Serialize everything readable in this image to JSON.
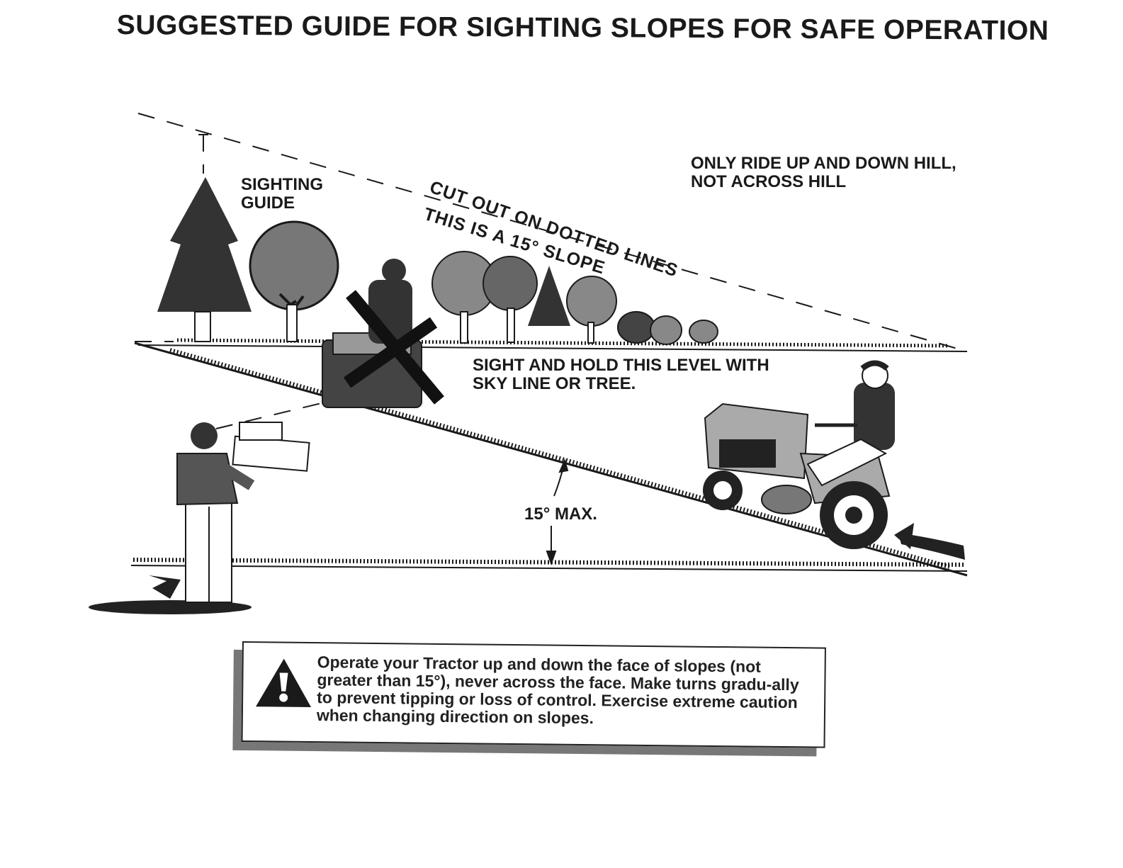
{
  "title": "SUGGESTED GUIDE FOR SIGHTING SLOPES FOR SAFE OPERATION",
  "labels": {
    "sighting_guide_line1": "SIGHTING",
    "sighting_guide_line2": "GUIDE",
    "cut_out": "CUT OUT ON DOTTED LINES",
    "is_slope": "THIS IS A 15° SLOPE",
    "only_ride_line1": "ONLY RIDE UP AND DOWN HILL,",
    "only_ride_line2": "NOT ACROSS HILL",
    "sight_hold_line1": "SIGHT AND HOLD THIS LEVEL WITH",
    "sight_hold_line2": "SKY LINE OR TREE.",
    "max_angle": "15° MAX."
  },
  "warning": {
    "icon": "warning-triangle-icon",
    "text": "Operate your Tractor up and down the face of slopes (not greater than 15°), never across the face. Make turns gradu-ally to prevent tipping or loss of control. Exercise extreme caution when changing direction on slopes."
  },
  "colors": {
    "ink": "#1a1a1a",
    "tree_dark": "#333333",
    "tree_mid": "#6e6e6e",
    "tractor_gray": "#9a9a9a",
    "shadow": "#777777"
  }
}
